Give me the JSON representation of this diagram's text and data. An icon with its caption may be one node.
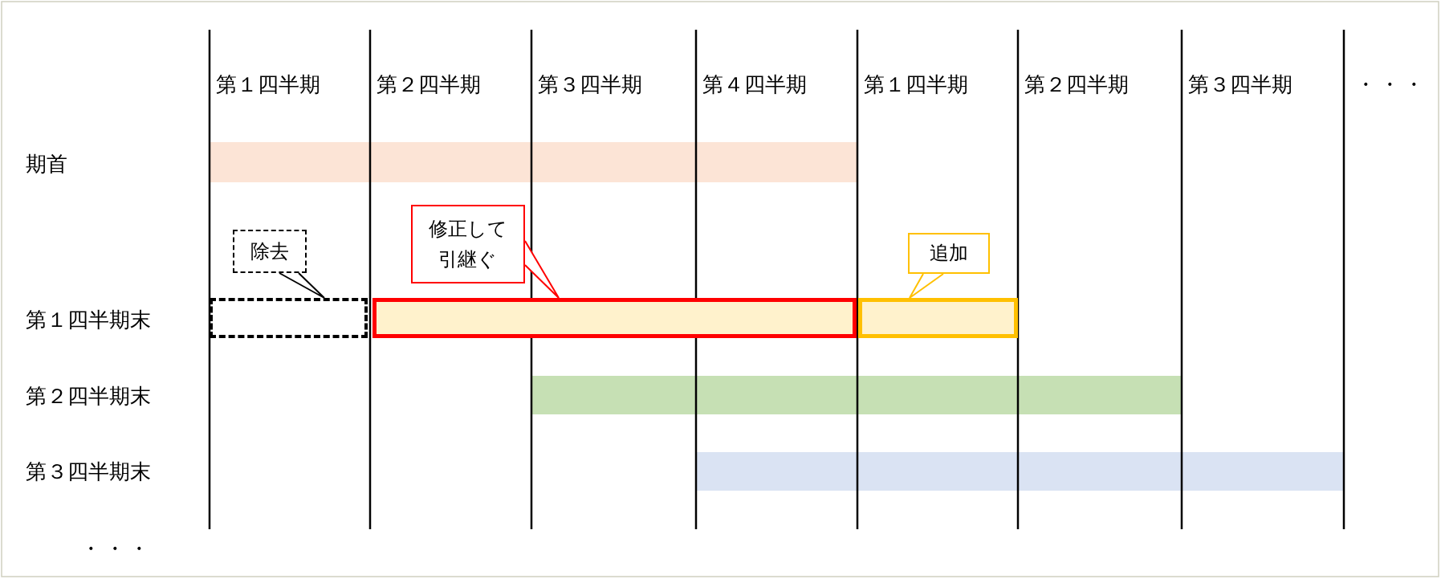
{
  "diagram": {
    "nodes": [
      {
        "text": [
          "除去"
        ]
      },
      {
        "text": [
          "修正して引継ぐ"
        ]
      },
      {
        "text": [
          "追加"
        ]
      },
      {
        "text": [],
        "shape": "box"
      },
      {
        "text": [],
        "shape": "box"
      },
      {
        "text": [],
        "shape": "box"
      },
      {
        "text": [],
        "shape": "bar"
      },
      {
        "text": [],
        "shape": "bar"
      },
      {
        "text": [],
        "shape": "bar"
      }
    ],
    "edges": [
      {
        "from": 0,
        "to": 3,
        "arrow": "to"
      },
      {
        "from": 1,
        "to": 4,
        "arrow": "to",
        "color": "#ff0000"
      },
      {
        "from": 2,
        "to": 5,
        "arrow": "to",
        "color": "#ffc000"
      }
    ],
    "labels": [
      "第１四半期",
      "第２四半期",
      "第３四半期",
      "第４四半期",
      "第１四半期",
      "第２四半期",
      "第３四半期",
      "・・・",
      "期首",
      "第１四半期末",
      "第２四半期末",
      "第３四半期末",
      "・・・"
    ]
  }
}
